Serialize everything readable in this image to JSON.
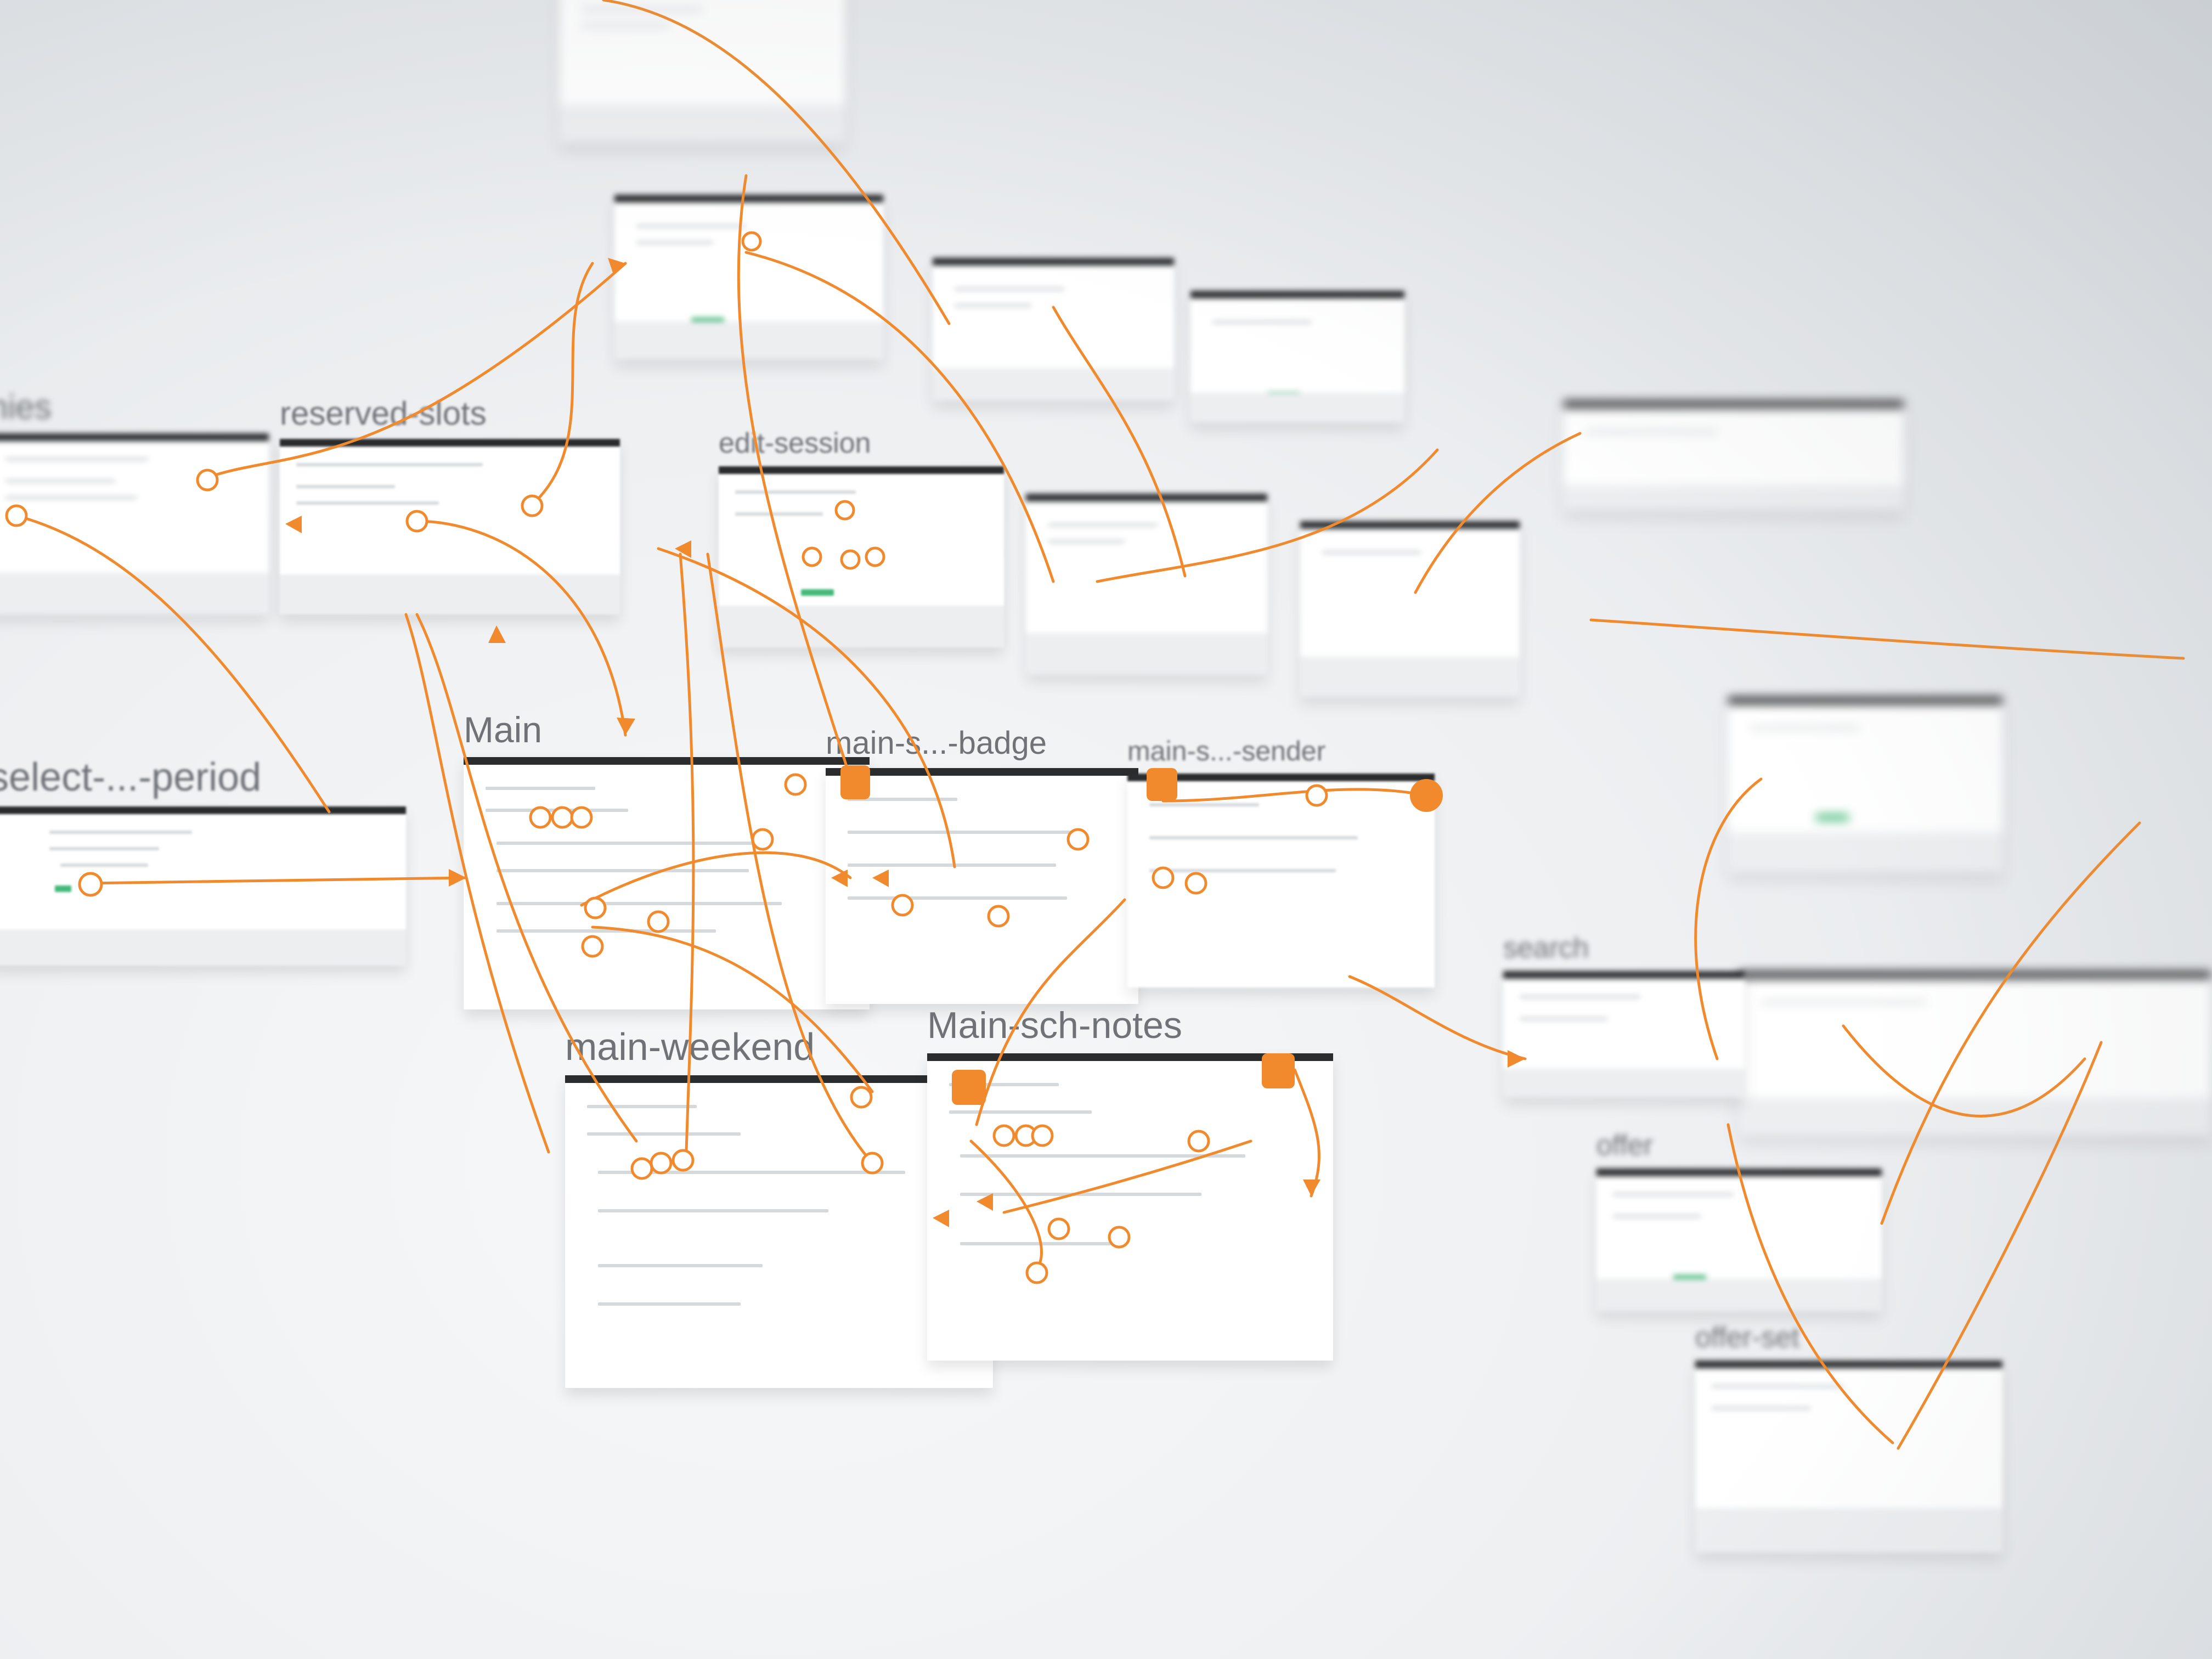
{
  "canvas": {
    "link_color": "#f08a2c",
    "card_header_color": "#2a2c2e",
    "button_color": "#45b97a"
  },
  "artboards": {
    "nies": "nies",
    "reserved_slots": "reserved-slots",
    "edit_session": "edit-session",
    "select_period": "select-...-period",
    "main": "Main",
    "main_s_badge": "main-s...-badge",
    "main_s_sender": "main-s...-sender",
    "main_weekend": "main-weekend",
    "main_sch_notes": "Main-sch-notes",
    "search": "search",
    "offer": "offer",
    "offer_set": "offer-set"
  }
}
